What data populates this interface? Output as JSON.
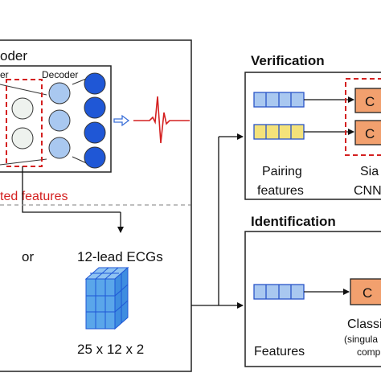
{
  "left_panel": {
    "title": "oder",
    "encoder_label": "er",
    "decoder_label": "Decoder",
    "extracted_label": "ted features",
    "or_label": "or",
    "ecg_label": "12-lead ECGs",
    "ecg_dims": "25 x 12 x 2"
  },
  "verification": {
    "title": "Verification",
    "features_line1": "Pairing",
    "features_line2": "features",
    "model_line1": "Sia",
    "model_line2": "CNN",
    "block_label": "C"
  },
  "identification": {
    "title": "Identification",
    "features_label": "Features",
    "model_label": "Classi",
    "model_sub1": "(singula",
    "model_sub2": "comp",
    "block_label": "C"
  },
  "colors": {
    "blue_fill": "#a9c8f0",
    "dark_blue": "#1f57d6",
    "yellow_fill": "#f4e27a",
    "orange_fill": "#f2a06e",
    "red_accent": "#d42020",
    "cube_fill": "#5aa6ea"
  },
  "icons": [
    "ecg-waveform-icon",
    "arrow-right-icon"
  ]
}
